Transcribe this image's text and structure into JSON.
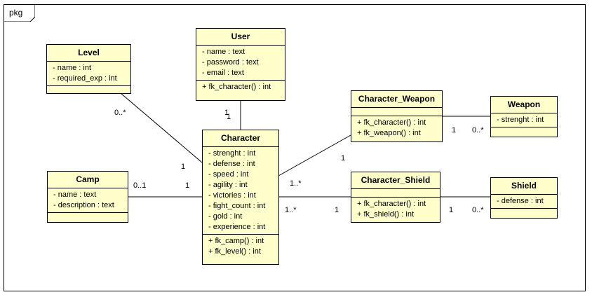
{
  "package": {
    "label": "pkg"
  },
  "classes": {
    "level": {
      "name": "Level",
      "attributes": [
        "- name : int",
        "- required_exp : int"
      ],
      "operations": []
    },
    "user": {
      "name": "User",
      "attributes": [
        "- name : text",
        "- password : text",
        "- email : text"
      ],
      "operations": [
        "+ fk_character() : int"
      ]
    },
    "character": {
      "name": "Character",
      "attributes": [
        "- strenght : int",
        "- defense : int",
        "- speed : int",
        "- agility : int",
        "- victories : int",
        "- fight_count : int",
        "- gold : int",
        "- experience : int"
      ],
      "operations": [
        "+ fk_camp() : int",
        "+ fk_level() : int"
      ]
    },
    "camp": {
      "name": "Camp",
      "attributes": [
        "- name : text",
        "- description : text"
      ],
      "operations": []
    },
    "character_weapon": {
      "name": "Character_Weapon",
      "attributes": [],
      "operations": [
        "+ fk_character() : int",
        "+ fk_weapon() : int"
      ]
    },
    "weapon": {
      "name": "Weapon",
      "attributes": [
        "- strenght : int"
      ],
      "operations": []
    },
    "character_shield": {
      "name": "Character_Shield",
      "attributes": [],
      "operations": [
        "+ fk_character() : int",
        "+ fk_shield() : int"
      ]
    },
    "shield": {
      "name": "Shield",
      "attributes": [
        "- defense : int"
      ],
      "operations": []
    }
  },
  "multiplicities": {
    "level_end": "0..*",
    "level_character_end": "1",
    "user_end_a": "1",
    "user_end_b": "1",
    "camp_end": "0..1",
    "camp_character_end": "1",
    "cw_character_end": "1..*",
    "cw_end": "1",
    "cw_weapon_left": "1",
    "weapon_end": "0..*",
    "cs_character_end": "1..*",
    "cs_end": "1",
    "cs_shield_left": "1",
    "shield_end": "0..*"
  }
}
